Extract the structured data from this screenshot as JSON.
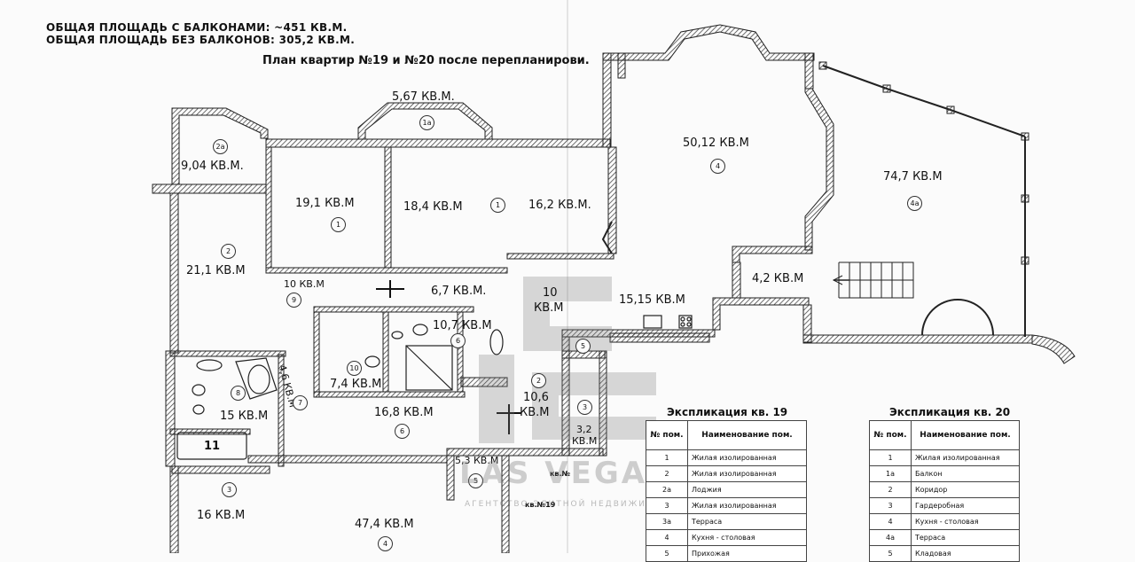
{
  "header": {
    "area_with_balconies": "ОБЩАЯ ПЛОЩАДЬ С БАЛКОНАМИ: ~451 КВ.М.",
    "area_without_balconies": "ОБЩАЯ ПЛОЩАДЬ БЕЗ БАЛКОНОВ: 305,2 КВ.М.",
    "plan_title": "План квартир №19 и №20 после перепланирови."
  },
  "rooms": {
    "r1a": {
      "area": "5,67 КВ.М.",
      "num": "1а"
    },
    "r2a": {
      "area": "9,04 КВ.М.",
      "num": "2а"
    },
    "r1_a": {
      "area": "19,1 КВ.М",
      "num": "1"
    },
    "r1_b": {
      "area": "18,4 КВ.М",
      "num": "1"
    },
    "r1_c": {
      "area": "16,2 КВ.М."
    },
    "r4_big": {
      "area": "50,12 КВ.М",
      "num": "4"
    },
    "r4a": {
      "area": "74,7 КВ.М",
      "num": "4а"
    },
    "r2_left": {
      "area": "21,1 КВ.М",
      "num": "2"
    },
    "r9": {
      "area": "10 КВ.М",
      "num": "9"
    },
    "corridor": {
      "area": "6,7 КВ.М."
    },
    "r10_top": {
      "area_a": "10",
      "area_b": "КВ.М"
    },
    "r15_15": {
      "area": "15,15 КВ.М"
    },
    "r4_2": {
      "area": "4,2 КВ.М"
    },
    "r10_7": {
      "area": "10,7 КВ.М",
      "num": "6"
    },
    "r7_4": {
      "area": "7,4 КВ.М",
      "num": "10"
    },
    "r4_6": {
      "area": "4,6 КВ.М",
      "num": "7"
    },
    "r15": {
      "area": "15 КВ.М",
      "num": "8"
    },
    "r11": {
      "num": "11"
    },
    "r16_8": {
      "area": "16,8 КВ.М",
      "num": "6"
    },
    "r10_6": {
      "area_a": "10,6",
      "area_b": "КВ.М",
      "num": "2"
    },
    "r3_2": {
      "area_a": "3,2",
      "area_b": "КВ.М",
      "num": "3"
    },
    "r5_3": {
      "area": "5,3 КВ.М",
      "num": "5"
    },
    "r16": {
      "area": "16 КВ.М",
      "num": "3"
    },
    "r47_4": {
      "area": "47,4 КВ.М",
      "num": "4"
    },
    "r5_mid": {
      "num": "5"
    },
    "r2_mid": {
      "num": "2"
    },
    "kv19_a": "кв.№",
    "kv19_b": "кв.№19"
  },
  "explication_19": {
    "title": "Экспликация кв. 19",
    "col_num": "№ пом.",
    "col_name": "Наименование пом.",
    "rows": [
      {
        "num": "1",
        "name": "Жилая изолированная"
      },
      {
        "num": "2",
        "name": "Жилая изолированная"
      },
      {
        "num": "2а",
        "name": "Лоджия"
      },
      {
        "num": "3",
        "name": "Жилая изолированная"
      },
      {
        "num": "3а",
        "name": "Терраса"
      },
      {
        "num": "4",
        "name": "Кухня - столовая"
      },
      {
        "num": "5",
        "name": "Прихожая"
      }
    ]
  },
  "explication_20": {
    "title": "Экспликация кв. 20",
    "col_num": "№ пом.",
    "col_name": "Наименование пом.",
    "rows": [
      {
        "num": "1",
        "name": "Жилая изолированная"
      },
      {
        "num": "1а",
        "name": "Балкон"
      },
      {
        "num": "2",
        "name": "Коридор"
      },
      {
        "num": "3",
        "name": "Гардеробная"
      },
      {
        "num": "4",
        "name": "Кухня - столовая"
      },
      {
        "num": "4а",
        "name": "Терраса"
      },
      {
        "num": "5",
        "name": "Кладовая"
      }
    ]
  },
  "watermark": {
    "brand": "LAS VEGAS",
    "sub": "АГЕНТСТВО ЭЛИТНОЙ НЕДВИЖИМОСТИ"
  }
}
